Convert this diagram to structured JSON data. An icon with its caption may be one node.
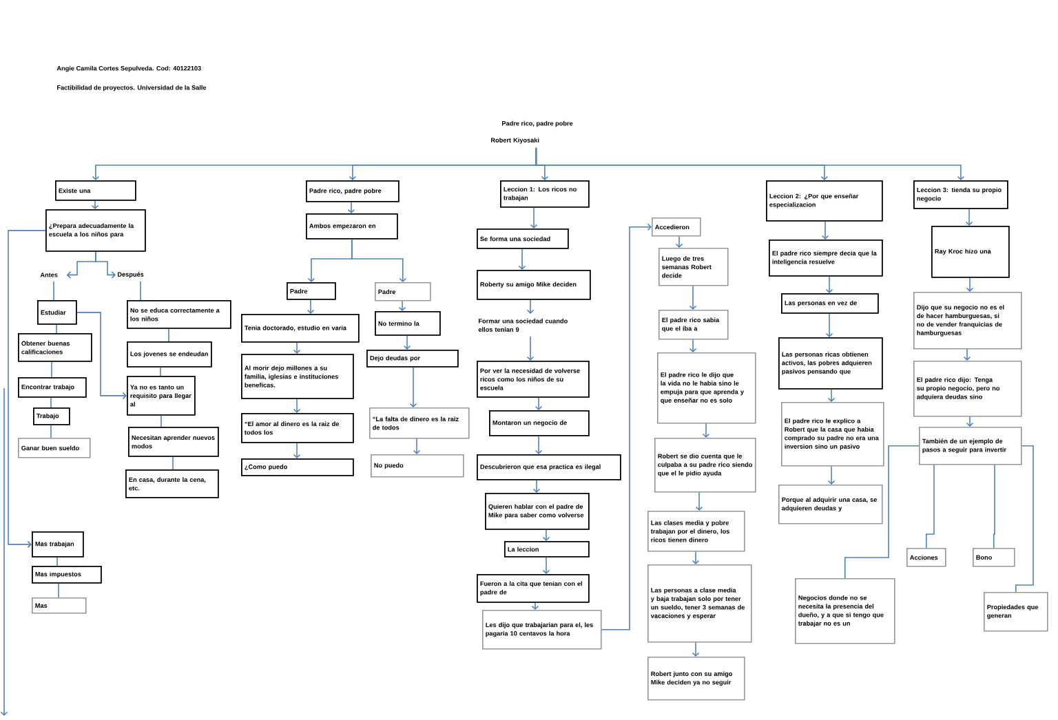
{
  "diagram": {
    "title": "Padre rico, padre pobre",
    "nodes": [
      {
        "text": [
          "Robert Kiyosaki"
        ]
      },
      {
        "text": [
          "Existe una"
        ]
      },
      {
        "text": [
          "¿Prepara adecuadamente la escuela a los niños para"
        ]
      },
      {
        "text": [
          "Antes"
        ]
      },
      {
        "text": [
          "Después"
        ]
      },
      {
        "text": [
          "Estudiar"
        ]
      },
      {
        "text": [
          "Obtener buenas calificaciones"
        ]
      },
      {
        "text": [
          "Encontrar trabajo"
        ]
      },
      {
        "text": [
          "Trabajo"
        ]
      },
      {
        "text": [
          "Ganar buen sueldo"
        ]
      },
      {
        "text": [
          "No se educa correctamente a los niños"
        ]
      },
      {
        "text": [
          "Los jovenes se endeudan"
        ]
      },
      {
        "text": [
          "Ya no es tanto un requisito para llegar al"
        ]
      },
      {
        "text": [
          "Necesitan aprender nuevos modos"
        ]
      },
      {
        "text": [
          "En casa, durante la cena, etc."
        ]
      },
      {
        "text": [
          "Mas trabajan"
        ]
      },
      {
        "text": [
          "Mas impuestos"
        ]
      },
      {
        "text": [
          "Mas"
        ]
      },
      {
        "text": [
          "Padre rico, padre pobre"
        ]
      },
      {
        "text": [
          "Ambos empezaron en"
        ]
      },
      {
        "text": [
          "Padre"
        ]
      },
      {
        "text": [
          "Tenia doctorado, estudio en varia"
        ]
      },
      {
        "text": [
          "Al morir dejo millones a su familia, iglesias e instituciones beneficas."
        ]
      },
      {
        "text": [
          "“El amor al dinero es la raiz de todos los"
        ]
      },
      {
        "text": [
          "¿Como puedo"
        ]
      },
      {
        "text": [
          "Padre"
        ]
      },
      {
        "text": [
          "No termino la"
        ]
      },
      {
        "text": [
          "Dejo deudas por"
        ]
      },
      {
        "text": [
          "“La falta de dinero es la raiz de todos"
        ]
      },
      {
        "text": [
          "No puedo"
        ]
      },
      {
        "text": [
          "Leccion 1: Los ricos no trabajan"
        ]
      },
      {
        "text": [
          "Se forma una sociedad"
        ]
      },
      {
        "text": [
          "Roberty su amigo Mike deciden"
        ]
      },
      {
        "text": [
          "Formar una sociedad cuando ellos tenian 9"
        ]
      },
      {
        "text": [
          "Por ver la necesidad de volverse ricos como los niños de su escuela"
        ]
      },
      {
        "text": [
          "Montaron un negocio de"
        ]
      },
      {
        "text": [
          "Descubrieron que esa practica es ilegal"
        ]
      },
      {
        "text": [
          "Quieren hablar con el padre de Mike para saber como volverse"
        ]
      },
      {
        "text": [
          "La leccion"
        ]
      },
      {
        "text": [
          "Fueron a la cita que tenian con el padre de"
        ]
      },
      {
        "text": [
          "Les dijo que trabajarian para el, les pagaria 10 centavos la hora"
        ]
      },
      {
        "text": [
          "Accedieron"
        ]
      },
      {
        "text": [
          "Luego de tres semanas Robert decide"
        ]
      },
      {
        "text": [
          "El padre rico sabia que el iba a"
        ]
      },
      {
        "text": [
          "El padre rico le dijo que la vida no le habia sino le empuja para que aprenda y que enseñar no es solo"
        ]
      },
      {
        "text": [
          "Robert se dio cuenta que le culpaba a su padre rico siendo que el le pidio ayuda"
        ]
      },
      {
        "text": [
          "Las clases media y pobre trabajan por el dinero, los ricos tienen dinero"
        ]
      },
      {
        "text": [
          "Las personas a clase media y baja trabajan solo por tener un sueldo, tener 3 semanas de vacaciones y esperar"
        ]
      },
      {
        "text": [
          "Robert junto con su amigo Mike deciden ya no seguir"
        ]
      },
      {
        "text": [
          "Leccion 2: ¿Por que enseñar especializacion"
        ]
      },
      {
        "text": [
          "El padre rico siempre decia que la inteligencia resuelve"
        ]
      },
      {
        "text": [
          "Las personas en vez de"
        ]
      },
      {
        "text": [
          "Las personas ricas obtienen activos, las pobres adquieren pasivos pensando que"
        ]
      },
      {
        "text": [
          "El padre rico le explico a Robert que la casa que habia comprado su padre no era una inversion sino un pasivo"
        ]
      },
      {
        "text": [
          "Porque al adquirir una casa, se adquieren deudas y"
        ]
      },
      {
        "text": [
          "Leccion 3: tienda su propio negocio"
        ]
      },
      {
        "text": [
          "Ray Kroc hizo una"
        ]
      },
      {
        "text": [
          "Dijo que su negocio no es el de hacer hamburguesas, si no de vender franquicias de hamburguesas"
        ]
      },
      {
        "text": [
          "El padre rico dijo: Tenga su propio negocio, pero no adquiera deudas sino"
        ]
      },
      {
        "text": [
          "También de un ejemplo de pasos a seguir para invertir"
        ]
      },
      {
        "text": [
          "Acciones"
        ]
      },
      {
        "text": [
          "Bono"
        ]
      },
      {
        "text": [
          "Negocios donde no se necesita la presencia del dueño, y a que si tengo que trabajar no es un"
        ]
      },
      {
        "text": [
          "Propiedades que generan"
        ]
      }
    ],
    "edges": [
      {
        "from": 0,
        "to": 1,
        "arrow": "to"
      },
      {
        "from": 0,
        "to": 18,
        "arrow": "to"
      },
      {
        "from": 0,
        "to": 30,
        "arrow": "to"
      },
      {
        "from": 0,
        "to": 49,
        "arrow": "to"
      },
      {
        "from": 0,
        "to": 55,
        "arrow": "to"
      },
      {
        "from": 1,
        "to": 2,
        "arrow": "to"
      },
      {
        "from": 2,
        "to": 3,
        "arrow": "to"
      },
      {
        "from": 2,
        "to": 4,
        "arrow": "to"
      },
      {
        "from": 3,
        "to": 5,
        "arrow": "none"
      },
      {
        "from": 5,
        "to": 6,
        "arrow": "none"
      },
      {
        "from": 6,
        "to": 7,
        "arrow": "none"
      },
      {
        "from": 7,
        "to": 8,
        "arrow": "none"
      },
      {
        "from": 8,
        "to": 9,
        "arrow": "none"
      },
      {
        "from": 5,
        "to": 12,
        "arrow": "to"
      },
      {
        "from": 4,
        "to": 10,
        "arrow": "none"
      },
      {
        "from": 10,
        "to": 11,
        "arrow": "none"
      },
      {
        "from": 11,
        "to": 12,
        "arrow": "none"
      },
      {
        "from": 12,
        "to": 13,
        "arrow": "none"
      },
      {
        "from": 13,
        "to": 14,
        "arrow": "none"
      },
      {
        "from": 2,
        "to": 15,
        "arrow": "to"
      },
      {
        "from": 15,
        "to": 16,
        "arrow": "none"
      },
      {
        "from": 16,
        "to": 17,
        "arrow": "none"
      },
      {
        "from": 18,
        "to": 19,
        "arrow": "to"
      },
      {
        "from": 19,
        "to": 20,
        "arrow": "to"
      },
      {
        "from": 19,
        "to": 25,
        "arrow": "to"
      },
      {
        "from": 20,
        "to": 21,
        "arrow": "to"
      },
      {
        "from": 21,
        "to": 22,
        "arrow": "to"
      },
      {
        "from": 22,
        "to": 23,
        "arrow": "to"
      },
      {
        "from": 23,
        "to": 24,
        "arrow": "to"
      },
      {
        "from": 25,
        "to": 26,
        "arrow": "to"
      },
      {
        "from": 26,
        "to": 27,
        "arrow": "to"
      },
      {
        "from": 27,
        "to": 28,
        "arrow": "to"
      },
      {
        "from": 28,
        "to": 29,
        "arrow": "to"
      },
      {
        "from": 30,
        "to": 31,
        "arrow": "to"
      },
      {
        "from": 31,
        "to": 32,
        "arrow": "to"
      },
      {
        "from": 32,
        "to": 33,
        "arrow": "to"
      },
      {
        "from": 33,
        "to": 34,
        "arrow": "to"
      },
      {
        "from": 34,
        "to": 35,
        "arrow": "to"
      },
      {
        "from": 35,
        "to": 36,
        "arrow": "to"
      },
      {
        "from": 36,
        "to": 37,
        "arrow": "to"
      },
      {
        "from": 37,
        "to": 38,
        "arrow": "to"
      },
      {
        "from": 38,
        "to": 39,
        "arrow": "to"
      },
      {
        "from": 39,
        "to": 40,
        "arrow": "to"
      },
      {
        "from": 40,
        "to": 41,
        "arrow": "to"
      },
      {
        "from": 41,
        "to": 42,
        "arrow": "to"
      },
      {
        "from": 42,
        "to": 43,
        "arrow": "to"
      },
      {
        "from": 43,
        "to": 44,
        "arrow": "to"
      },
      {
        "from": 44,
        "to": 45,
        "arrow": "to"
      },
      {
        "from": 45,
        "to": 46,
        "arrow": "to"
      },
      {
        "from": 46,
        "to": 47,
        "arrow": "to"
      },
      {
        "from": 47,
        "to": 48,
        "arrow": "to"
      },
      {
        "from": 49,
        "to": 50,
        "arrow": "to"
      },
      {
        "from": 50,
        "to": 51,
        "arrow": "to"
      },
      {
        "from": 51,
        "to": 52,
        "arrow": "to"
      },
      {
        "from": 52,
        "to": 53,
        "arrow": "to"
      },
      {
        "from": 53,
        "to": 54,
        "arrow": "to"
      },
      {
        "from": 55,
        "to": 56,
        "arrow": "to"
      },
      {
        "from": 56,
        "to": 57,
        "arrow": "to"
      },
      {
        "from": 57,
        "to": 58,
        "arrow": "to"
      },
      {
        "from": 58,
        "to": 59,
        "arrow": "to"
      },
      {
        "from": 59,
        "to": 60,
        "arrow": "none"
      },
      {
        "from": 59,
        "to": 61,
        "arrow": "none"
      },
      {
        "from": 59,
        "to": 62,
        "arrow": "none"
      },
      {
        "from": 59,
        "to": 63,
        "arrow": "none"
      }
    ],
    "labels": [
      "Angie Camila Cortes Sepulveda. Cod: 40122103",
      "Factibilidad de proyectos. Universidad de la Salle"
    ]
  }
}
